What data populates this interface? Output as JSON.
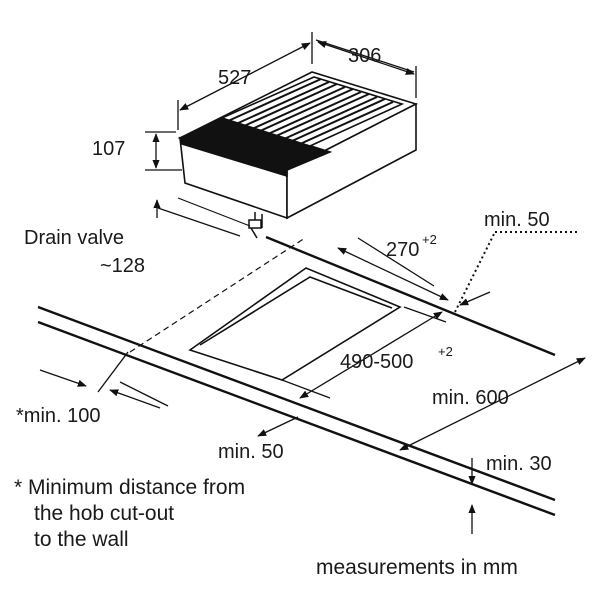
{
  "dimensions": {
    "width_527": "527",
    "depth_306": "306",
    "height_107": "107",
    "drain_valve_label": "Drain valve",
    "drain_valve_value": "~128",
    "min_50_back": "min. 50",
    "cutout_depth": "270",
    "cutout_depth_tol": "+2",
    "cutout_width": "490-500",
    "cutout_width_tol": "+2",
    "min_600": "min. 600",
    "min_100_wall": "*min. 100",
    "min_50_front": "min. 50",
    "min_30": "min. 30"
  },
  "footnote": {
    "line1": "* Minimum distance from",
    "line2": "the hob cut-out",
    "line3": "to the wall"
  },
  "units_note": "measurements in mm"
}
